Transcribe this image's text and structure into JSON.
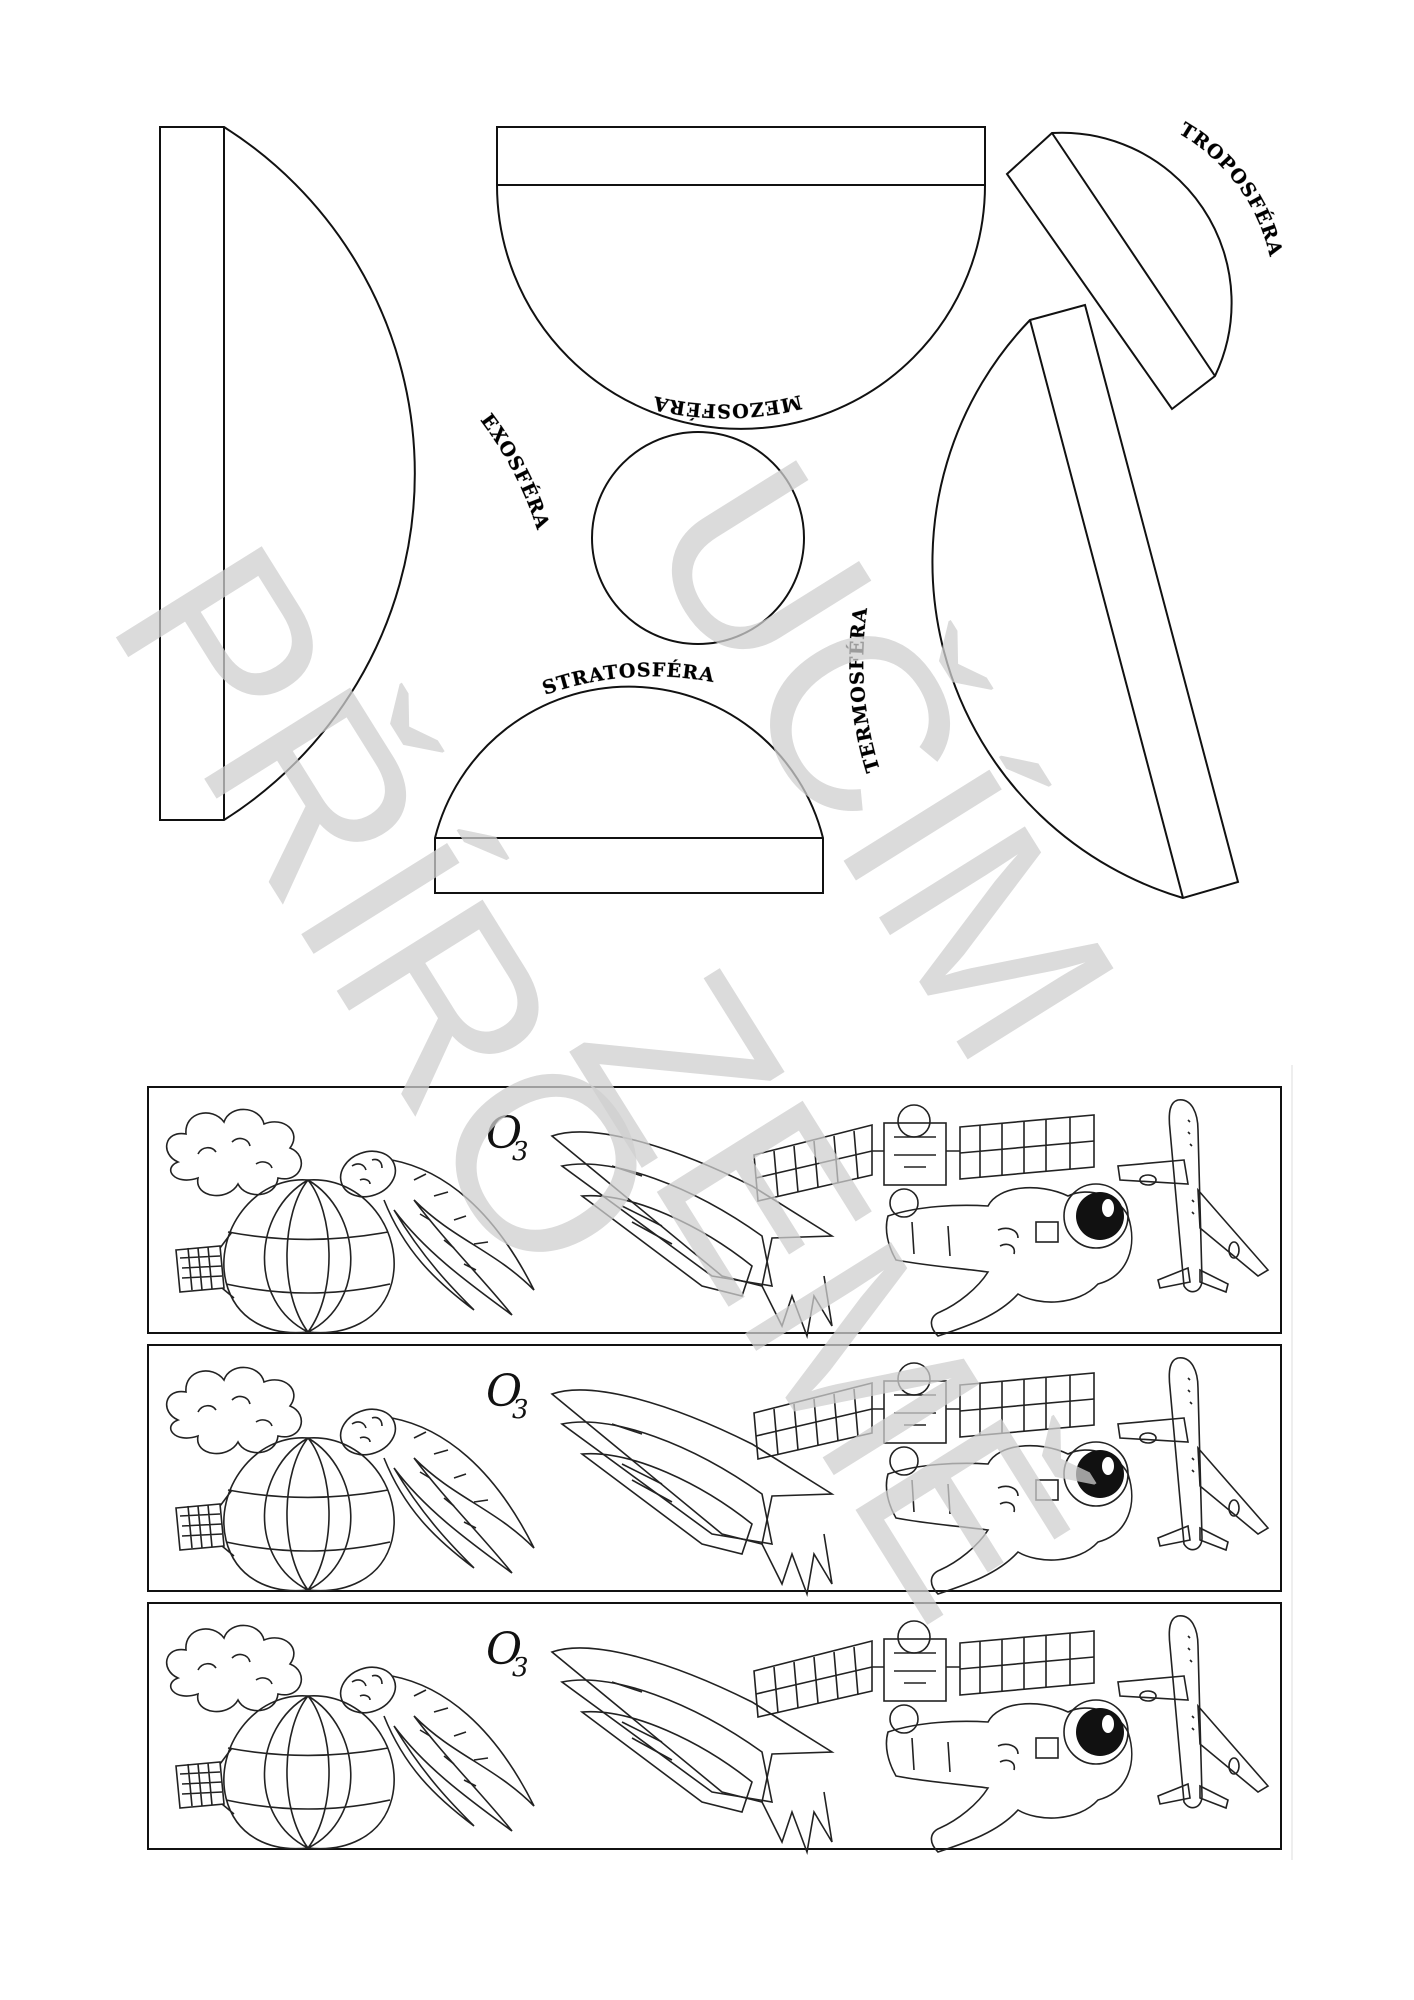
{
  "labels": {
    "exosfera": "EXOSFÉRA",
    "mezosfera": "MEZOSFÉRA",
    "troposfera": "TROPOSFÉRA",
    "stratosfera": "STRATOSFÉRA",
    "termosfera": "TERMOSFÉRA"
  },
  "strips": [
    {
      "ozone_main": "O",
      "ozone_sub": "3",
      "items": [
        "cloud-icon",
        "hot-air-balloon-icon",
        "meteor-icon",
        "space-shuttle-icon",
        "satellite-icon",
        "astronaut-icon",
        "airplane-icon"
      ]
    },
    {
      "ozone_main": "O",
      "ozone_sub": "3",
      "items": [
        "cloud-icon",
        "hot-air-balloon-icon",
        "meteor-icon",
        "space-shuttle-icon",
        "satellite-icon",
        "astronaut-icon",
        "airplane-icon"
      ]
    },
    {
      "ozone_main": "O",
      "ozone_sub": "3",
      "items": [
        "cloud-icon",
        "hot-air-balloon-icon",
        "meteor-icon",
        "space-shuttle-icon",
        "satellite-icon",
        "astronaut-icon",
        "airplane-icon"
      ]
    }
  ],
  "watermark": [
    "PŘÍRO",
    "UČÍM",
    "ZEMĚ"
  ]
}
